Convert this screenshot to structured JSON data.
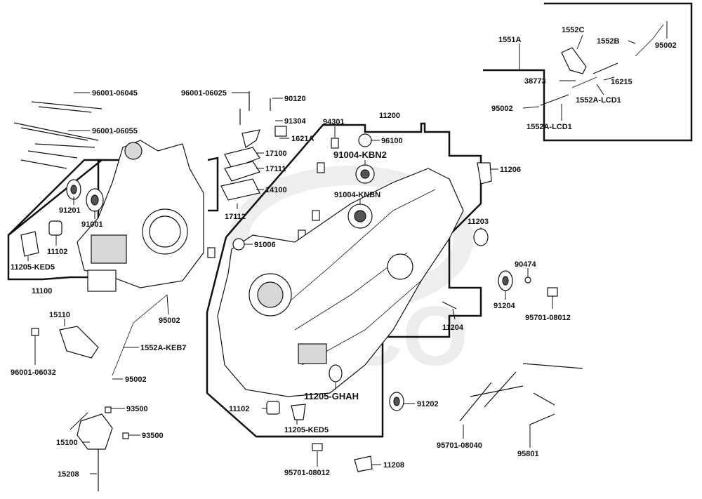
{
  "watermark": "KYCO",
  "labels": [
    "96001-06045",
    "96001-06055",
    "91201",
    "91001",
    "11102",
    "11205-KED5",
    "11100",
    "96001-06025",
    "90120",
    "91304",
    "1621A",
    "17100",
    "17111",
    "14100",
    "17112",
    "94301",
    "11200",
    "96100",
    "91004-KBN2",
    "91004-KNBN",
    "91006",
    "11206",
    "11203",
    "90474",
    "91204",
    "95701-08012",
    "11204",
    "95002",
    "15110",
    "96001-06032",
    "1552A-KEB7",
    "95002",
    "93500",
    "93500",
    "15100",
    "15208",
    "11205-GHAH",
    "11102",
    "11205-KED5",
    "95701-08012",
    "11208",
    "91202",
    "95701-08040",
    "95801",
    "1551A",
    "1552C",
    "1552B",
    "95002",
    "38773",
    "16215",
    "95002",
    "1552A-LCD1",
    "1552A-LCD1"
  ]
}
